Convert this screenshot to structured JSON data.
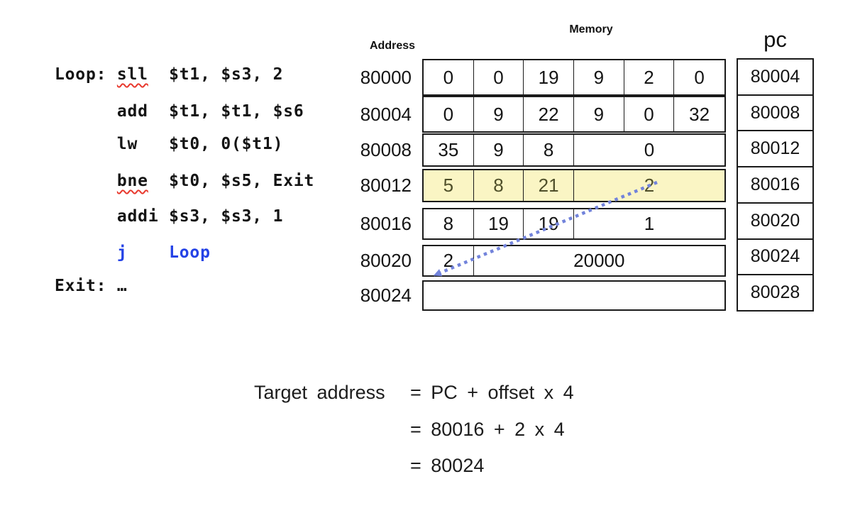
{
  "code": {
    "lines": [
      {
        "segments": [
          {
            "t": "Loop: "
          },
          {
            "t": "sll",
            "cls": "misspell"
          },
          {
            "t": "  $t1, $s3, 2"
          }
        ]
      },
      {
        "segments": [
          {
            "t": "      add  $t1, $t1, $s6"
          }
        ]
      },
      {
        "segments": [
          {
            "t": "      lw   $t0, 0($t1)"
          }
        ]
      },
      {
        "segments": [
          {
            "t": "      "
          },
          {
            "t": "bne",
            "cls": "misspell"
          },
          {
            "t": "  $t0, $s5, Exit"
          }
        ]
      },
      {
        "segments": [
          {
            "t": "      addi $s3, $s3, 1"
          }
        ]
      },
      {
        "segments": [
          {
            "t": "      "
          },
          {
            "t": "j",
            "cls": "jump"
          },
          {
            "t": "    "
          },
          {
            "t": "Loop",
            "cls": "jump"
          }
        ]
      },
      {
        "segments": [
          {
            "t": "Exit: …"
          }
        ]
      }
    ]
  },
  "memory": {
    "title": "Memory",
    "address_label": "Address",
    "highlight_color": "#faf5c4",
    "rows": [
      {
        "address": "80000",
        "highlight": false,
        "cells": [
          {
            "v": "0",
            "span": 1
          },
          {
            "v": "0",
            "span": 1
          },
          {
            "v": "19",
            "span": 1
          },
          {
            "v": "9",
            "span": 1
          },
          {
            "v": "2",
            "span": 1
          },
          {
            "v": "0",
            "span": 1
          }
        ]
      },
      {
        "address": "80004",
        "highlight": false,
        "cells": [
          {
            "v": "0",
            "span": 1
          },
          {
            "v": "9",
            "span": 1
          },
          {
            "v": "22",
            "span": 1
          },
          {
            "v": "9",
            "span": 1
          },
          {
            "v": "0",
            "span": 1
          },
          {
            "v": "32",
            "span": 1
          }
        ]
      },
      {
        "address": "80008",
        "highlight": false,
        "cells": [
          {
            "v": "35",
            "span": 1
          },
          {
            "v": "9",
            "span": 1
          },
          {
            "v": "8",
            "span": 1
          },
          {
            "v": "0",
            "span": 3
          }
        ]
      },
      {
        "address": "80012",
        "highlight": true,
        "cells": [
          {
            "v": "5",
            "span": 1
          },
          {
            "v": "8",
            "span": 1
          },
          {
            "v": "21",
            "span": 1
          },
          {
            "v": "2",
            "span": 3
          }
        ]
      },
      {
        "address": "80016",
        "highlight": false,
        "cells": [
          {
            "v": "8",
            "span": 1
          },
          {
            "v": "19",
            "span": 1
          },
          {
            "v": "19",
            "span": 1
          },
          {
            "v": "1",
            "span": 3
          }
        ]
      },
      {
        "address": "80020",
        "highlight": false,
        "cells": [
          {
            "v": "2",
            "span": 1
          },
          {
            "v": "20000",
            "span": 5
          }
        ]
      },
      {
        "address": "80024",
        "highlight": false,
        "cells": [
          {
            "v": "",
            "span": 6
          }
        ]
      }
    ]
  },
  "pc": {
    "title": "pc",
    "values": [
      "80004",
      "80008",
      "80012",
      "80016",
      "80020",
      "80024",
      "80028"
    ]
  },
  "annotations": {
    "arrow_color": "#7283db"
  },
  "formula": {
    "lhs": "Target address",
    "rhs1": "= PC + offset x 4",
    "rhs2": "= 80016 + 2 x 4",
    "rhs3": "= 80024"
  }
}
